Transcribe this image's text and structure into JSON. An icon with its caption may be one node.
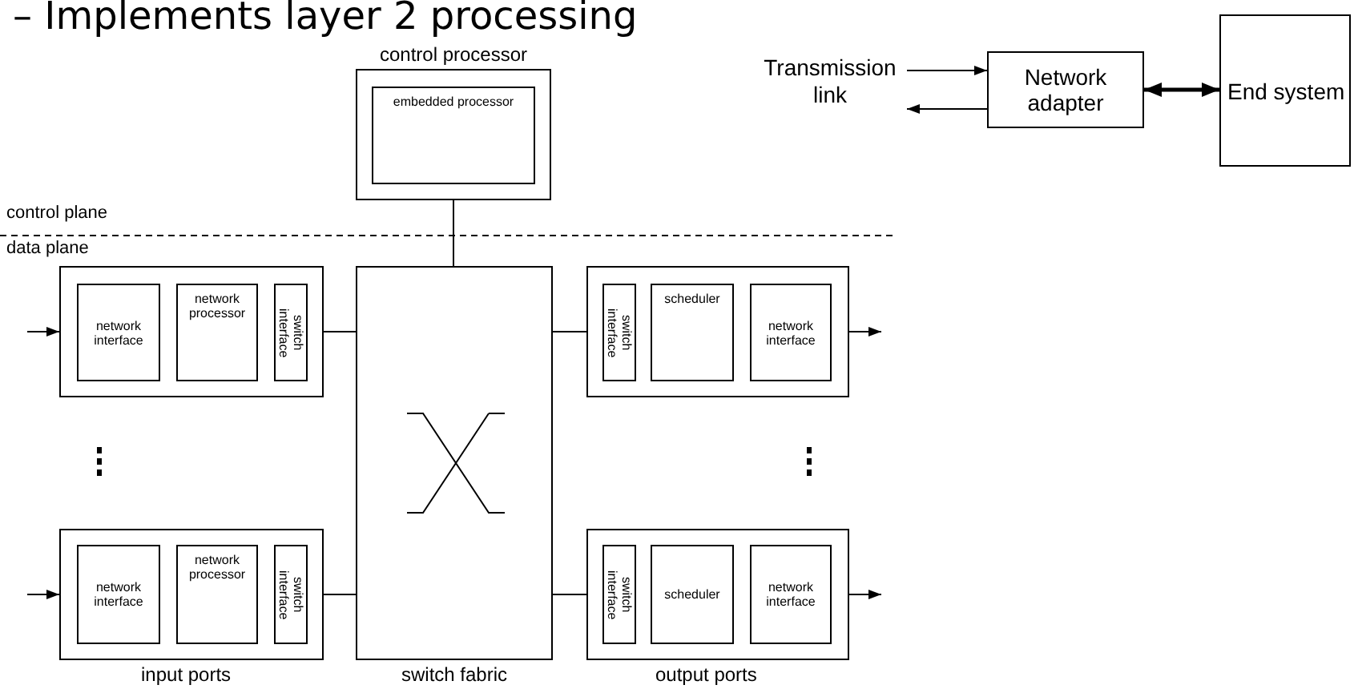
{
  "diagram": {
    "nodes": [
      {
        "text": [
          "control processor"
        ]
      },
      {
        "text": [
          "embedded processor"
        ],
        "in": 0
      },
      {
        "text": [],
        "shape": "box"
      },
      {
        "text": [
          "network interface"
        ],
        "in": 2
      },
      {
        "text": [
          "network processor"
        ],
        "in": 2
      },
      {
        "text": [
          "switch interface"
        ],
        "in": 2
      },
      {
        "text": [],
        "shape": "box"
      },
      {
        "text": [
          "network interface"
        ],
        "in": 6
      },
      {
        "text": [
          "network processor"
        ],
        "in": 6
      },
      {
        "text": [
          "switch interface"
        ],
        "in": 6
      },
      {
        "text": [
          "switch fabric"
        ]
      },
      {
        "text": [],
        "shape": "box"
      },
      {
        "text": [
          "switch interface"
        ],
        "in": 11
      },
      {
        "text": [
          "scheduler"
        ],
        "in": 11
      },
      {
        "text": [
          "network interface"
        ],
        "in": 11
      },
      {
        "text": [],
        "shape": "box"
      },
      {
        "text": [
          "switch interface"
        ],
        "in": 15
      },
      {
        "text": [
          "scheduler"
        ],
        "in": 15
      },
      {
        "text": [
          "network interface"
        ],
        "in": 15
      },
      {
        "text": [
          "Network adapter"
        ]
      },
      {
        "text": [
          "Transmission link"
        ]
      },
      {
        "text": [
          "End system"
        ]
      }
    ],
    "edges": [
      {
        "from": null,
        "to": 2,
        "arrow": "to"
      },
      {
        "from": null,
        "to": 6,
        "arrow": "to"
      },
      {
        "from": 2,
        "to": 10,
        "arrow": "none"
      },
      {
        "from": 6,
        "to": 10,
        "arrow": "none"
      },
      {
        "from": 10,
        "to": 11,
        "arrow": "none"
      },
      {
        "from": 10,
        "to": 15,
        "arrow": "none"
      },
      {
        "from": 11,
        "to": null,
        "arrow": "to"
      },
      {
        "from": 15,
        "to": null,
        "arrow": "to"
      },
      {
        "from": 0,
        "to": 10,
        "arrow": "none"
      },
      {
        "from": 20,
        "to": 19,
        "arrow": "to"
      },
      {
        "from": 19,
        "to": 20,
        "arrow": "to"
      },
      {
        "from": 19,
        "to": 21,
        "arrow": "both",
        "style": "thick"
      }
    ],
    "labels": [
      "– Implements layer 2 processing",
      "control plane",
      "data plane",
      "input ports",
      "output ports"
    ]
  }
}
